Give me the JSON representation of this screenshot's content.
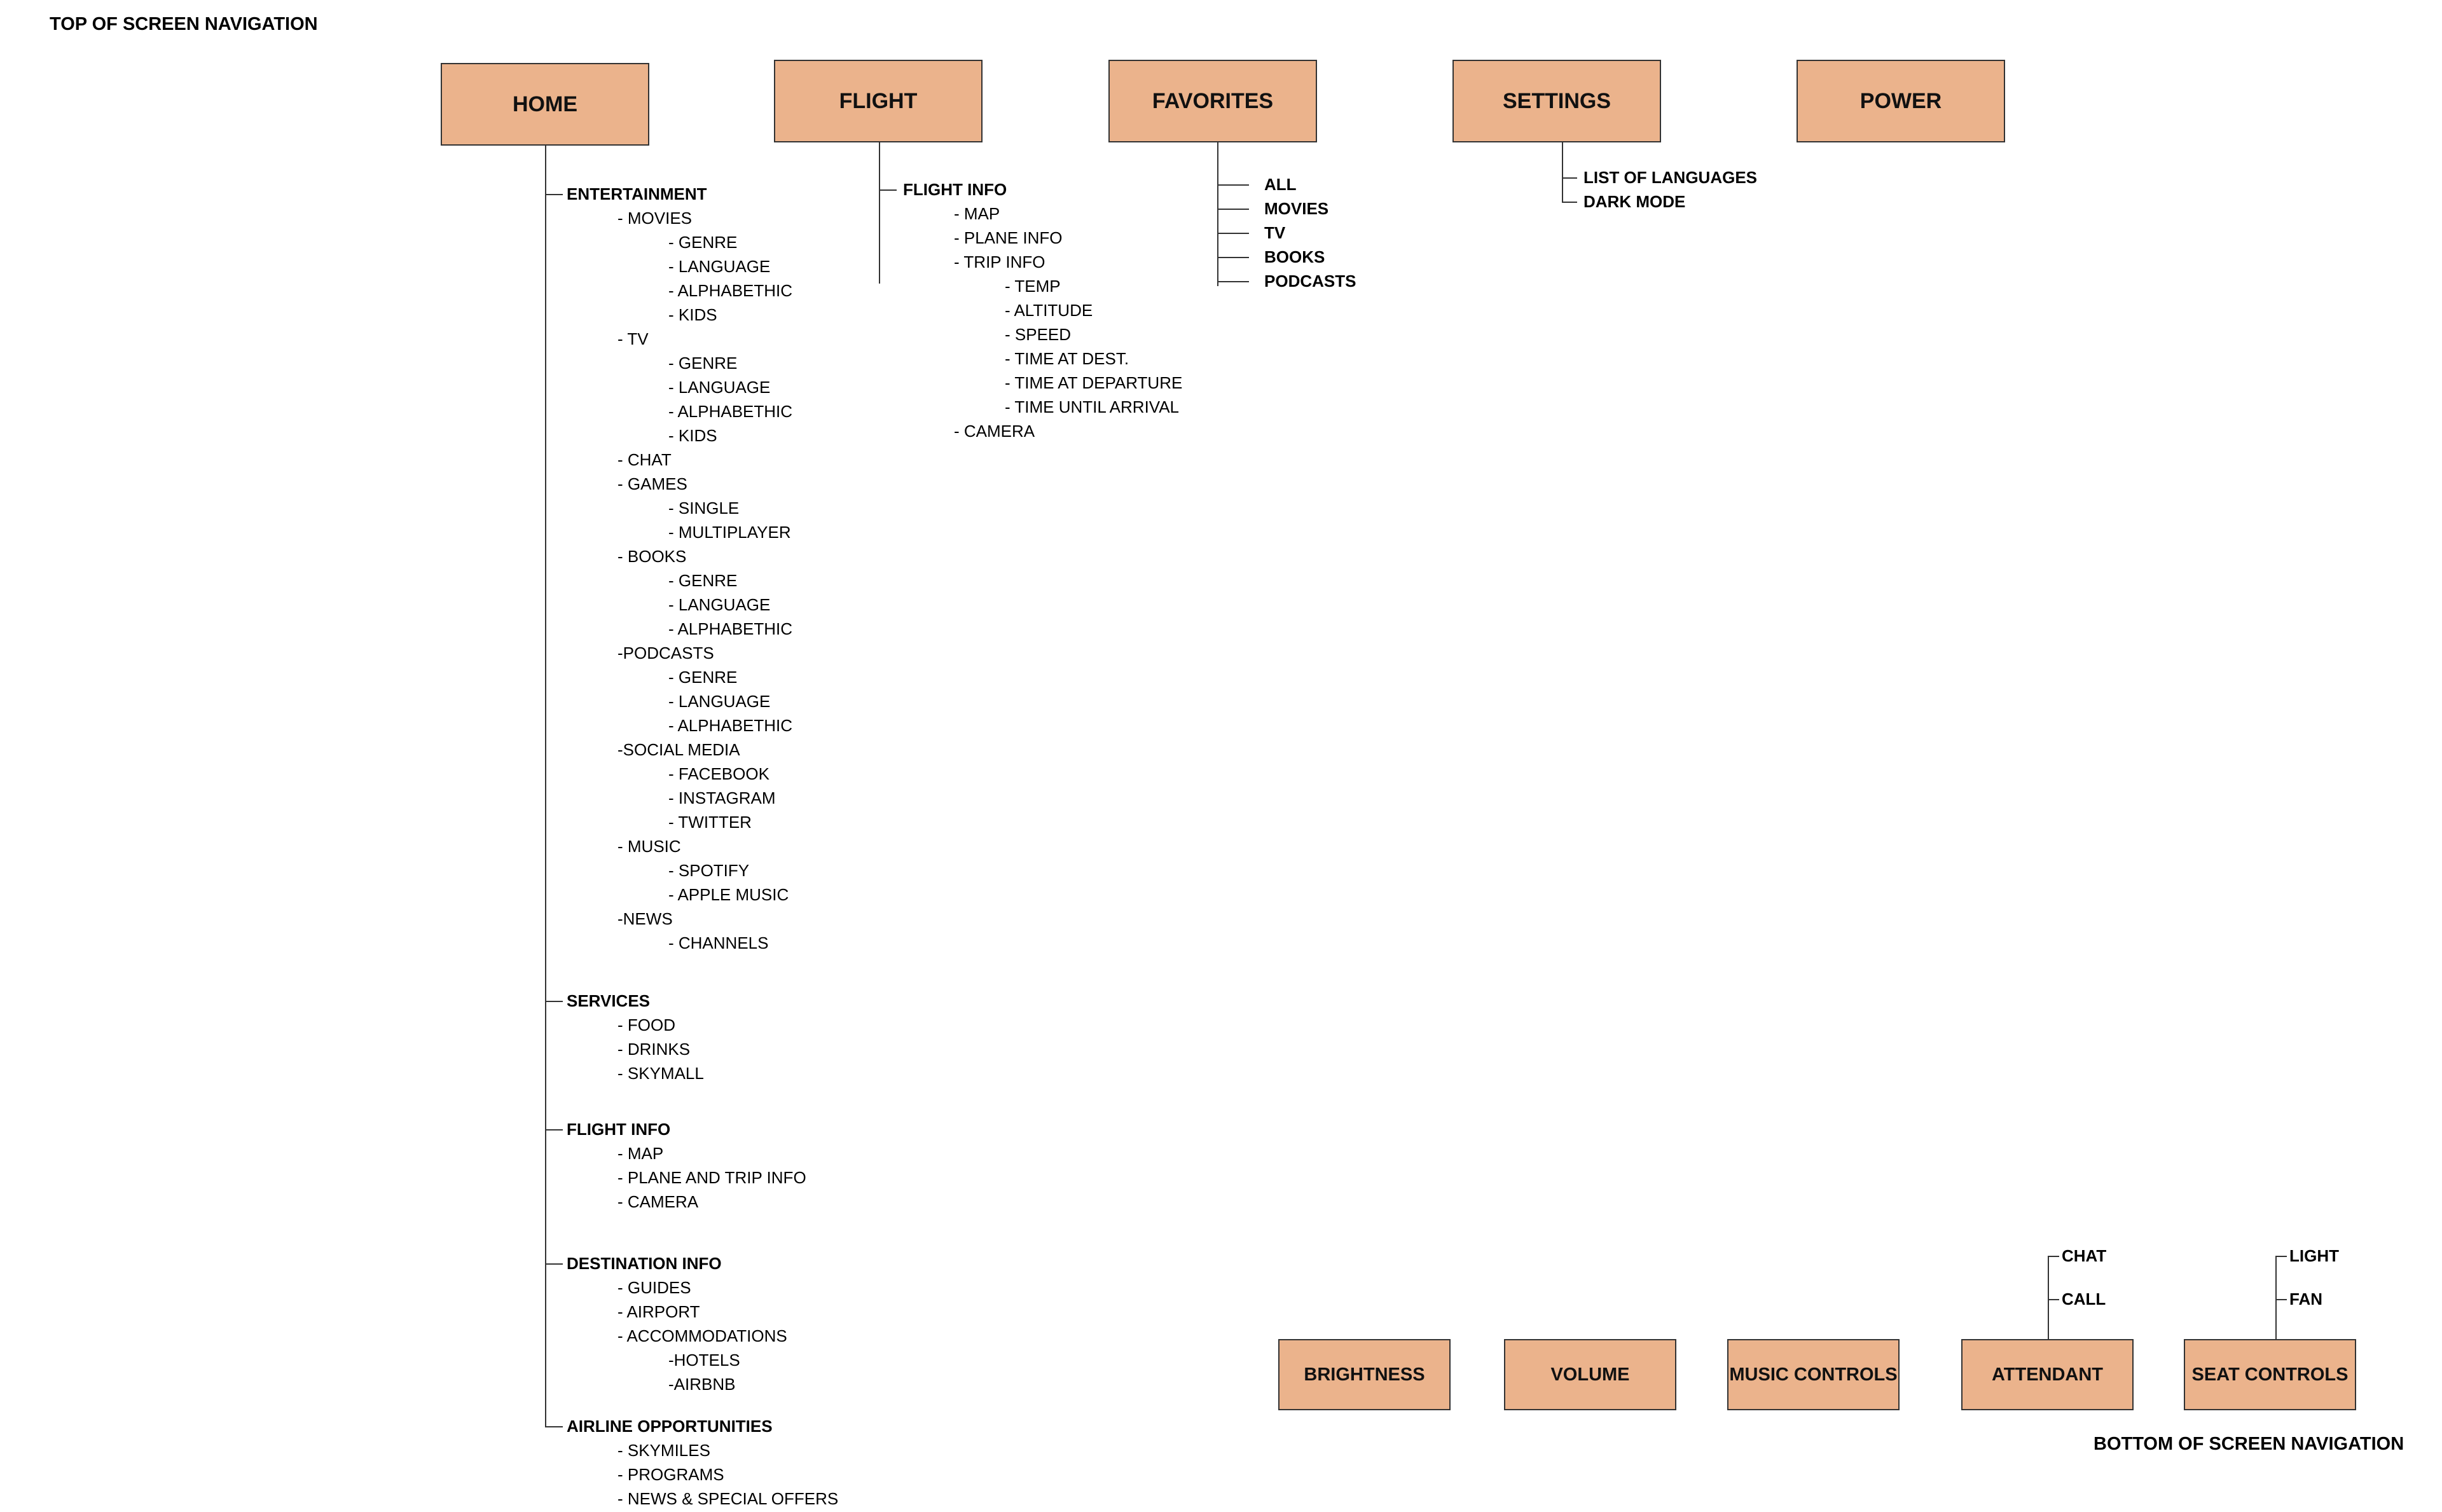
{
  "top_label": "TOP OF SCREEN NAVIGATION",
  "bottom_label": "BOTTOM OF SCREEN NAVIGATION",
  "top_nav": [
    "HOME",
    "FLIGHT",
    "FAVORITES",
    "SETTINGS",
    "POWER"
  ],
  "bottom_nav": [
    "BRIGHTNESS",
    "VOLUME",
    "MUSIC CONTROLS",
    "ATTENDANT",
    "SEAT CONTROLS"
  ],
  "home_tree": {
    "entertainment": {
      "title": "ENTERTAINMENT",
      "items": [
        "- MOVIES",
        "- GENRE",
        "- LANGUAGE",
        "- ALPHABETHIC",
        "- KIDS",
        "- TV",
        "- GENRE",
        "- LANGUAGE",
        "- ALPHABETHIC",
        "- KIDS",
        "- CHAT",
        "- GAMES",
        "- SINGLE",
        "- MULTIPLAYER",
        "- BOOKS",
        "- GENRE",
        "- LANGUAGE",
        "- ALPHABETHIC",
        "-PODCASTS",
        "- GENRE",
        "- LANGUAGE",
        "- ALPHABETHIC",
        "-SOCIAL MEDIA",
        "- FACEBOOK",
        "- INSTAGRAM",
        "- TWITTER",
        "- MUSIC",
        "- SPOTIFY",
        "- APPLE MUSIC",
        "-NEWS",
        "- CHANNELS"
      ]
    },
    "services": {
      "title": "SERVICES",
      "items": [
        "- FOOD",
        "- DRINKS",
        "- SKYMALL"
      ]
    },
    "flight_info": {
      "title": "FLIGHT INFO",
      "items": [
        "- MAP",
        "- PLANE AND TRIP INFO",
        "- CAMERA"
      ]
    },
    "destination_info": {
      "title": "DESTINATION INFO",
      "items": [
        "- GUIDES",
        "- AIRPORT",
        "- ACCOMMODATIONS",
        "-HOTELS",
        "-AIRBNB"
      ]
    },
    "airline_opportunities": {
      "title": "AIRLINE OPPORTUNITIES",
      "items": [
        "- SKYMILES",
        "- PROGRAMS",
        "- NEWS & SPECIAL OFFERS"
      ]
    }
  },
  "flight_tree": {
    "title": "FLIGHT INFO",
    "items": [
      "- MAP",
      "- PLANE INFO",
      "- TRIP INFO",
      "- TEMP",
      "- ALTITUDE",
      "- SPEED",
      "- TIME AT DEST.",
      "- TIME AT DEPARTURE",
      "- TIME UNTIL ARRIVAL",
      "- CAMERA"
    ]
  },
  "favorites_items": [
    "ALL",
    "MOVIES",
    "TV",
    "BOOKS",
    "PODCASTS"
  ],
  "settings_items": [
    "LIST OF LANGUAGES",
    "DARK MODE"
  ],
  "attendant_items": [
    "CHAT",
    "CALL"
  ],
  "seat_items": [
    "LIGHT",
    "FAN"
  ],
  "colors": {
    "box_fill": "#ebb38c",
    "box_border": "#333333"
  }
}
